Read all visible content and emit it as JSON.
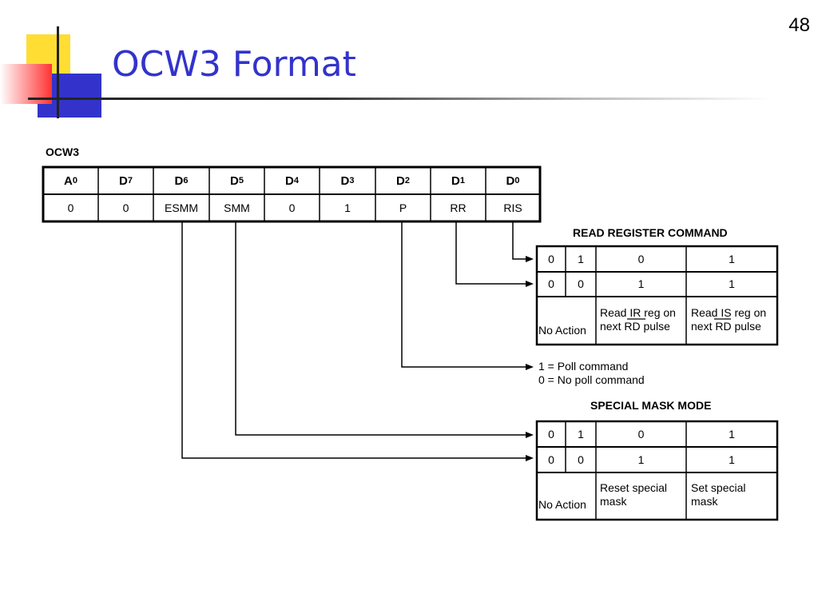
{
  "slide": {
    "number": "48",
    "title": "OCW3 Format"
  },
  "register": {
    "name": "OCW3",
    "headers": [
      {
        "base": "A",
        "sub": "0"
      },
      {
        "base": "D",
        "sub": "7"
      },
      {
        "base": "D",
        "sub": "6"
      },
      {
        "base": "D",
        "sub": "5"
      },
      {
        "base": "D",
        "sub": "4"
      },
      {
        "base": "D",
        "sub": "3"
      },
      {
        "base": "D",
        "sub": "2"
      },
      {
        "base": "D",
        "sub": "1"
      },
      {
        "base": "D",
        "sub": "0"
      }
    ],
    "values": [
      "0",
      "0",
      "ESMM",
      "SMM",
      "0",
      "1",
      "P",
      "RR",
      "RIS"
    ]
  },
  "read_register": {
    "title": "READ REGISTER COMMAND",
    "row1": [
      "0",
      "1",
      "0",
      "1"
    ],
    "row2": [
      "0",
      "0",
      "1",
      "1"
    ],
    "row3": {
      "action": "No Action",
      "ir_1": "Read",
      "ir_2": "IR",
      "ir_3": "reg on",
      "ir_4": "next RD pulse",
      "is_1": "Read",
      "is_2": "IS",
      "is_3": "reg on",
      "is_4": "next RD pulse"
    }
  },
  "poll": {
    "line1": "1 = Poll command",
    "line2": "0 = No poll command"
  },
  "special_mask": {
    "title": "SPECIAL MASK MODE",
    "row1": [
      "0",
      "1",
      "0",
      "1"
    ],
    "row2": [
      "0",
      "0",
      "1",
      "1"
    ],
    "row3": {
      "action": "No Action",
      "reset_1": "Reset special",
      "reset_2": "mask",
      "set_1": "Set special",
      "set_2": "mask"
    }
  }
}
